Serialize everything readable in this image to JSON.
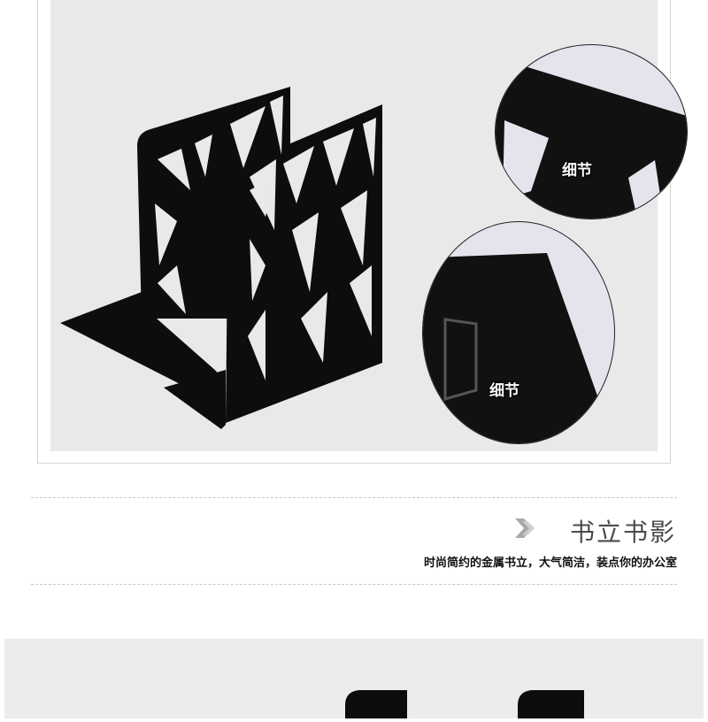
{
  "detail_labels": [
    "细节",
    "细节"
  ],
  "section": {
    "title": "书立书影",
    "subtitle": "时尚简约的金属书立，大气简洁，装点你的办公室"
  },
  "colors": {
    "panel": "#e9e9ea",
    "product": "#0d0d0d",
    "title": "#4a4a4a",
    "arrow": "#a8a8a8"
  },
  "icons": {
    "section_arrow": "double-chevron-right-icon"
  }
}
